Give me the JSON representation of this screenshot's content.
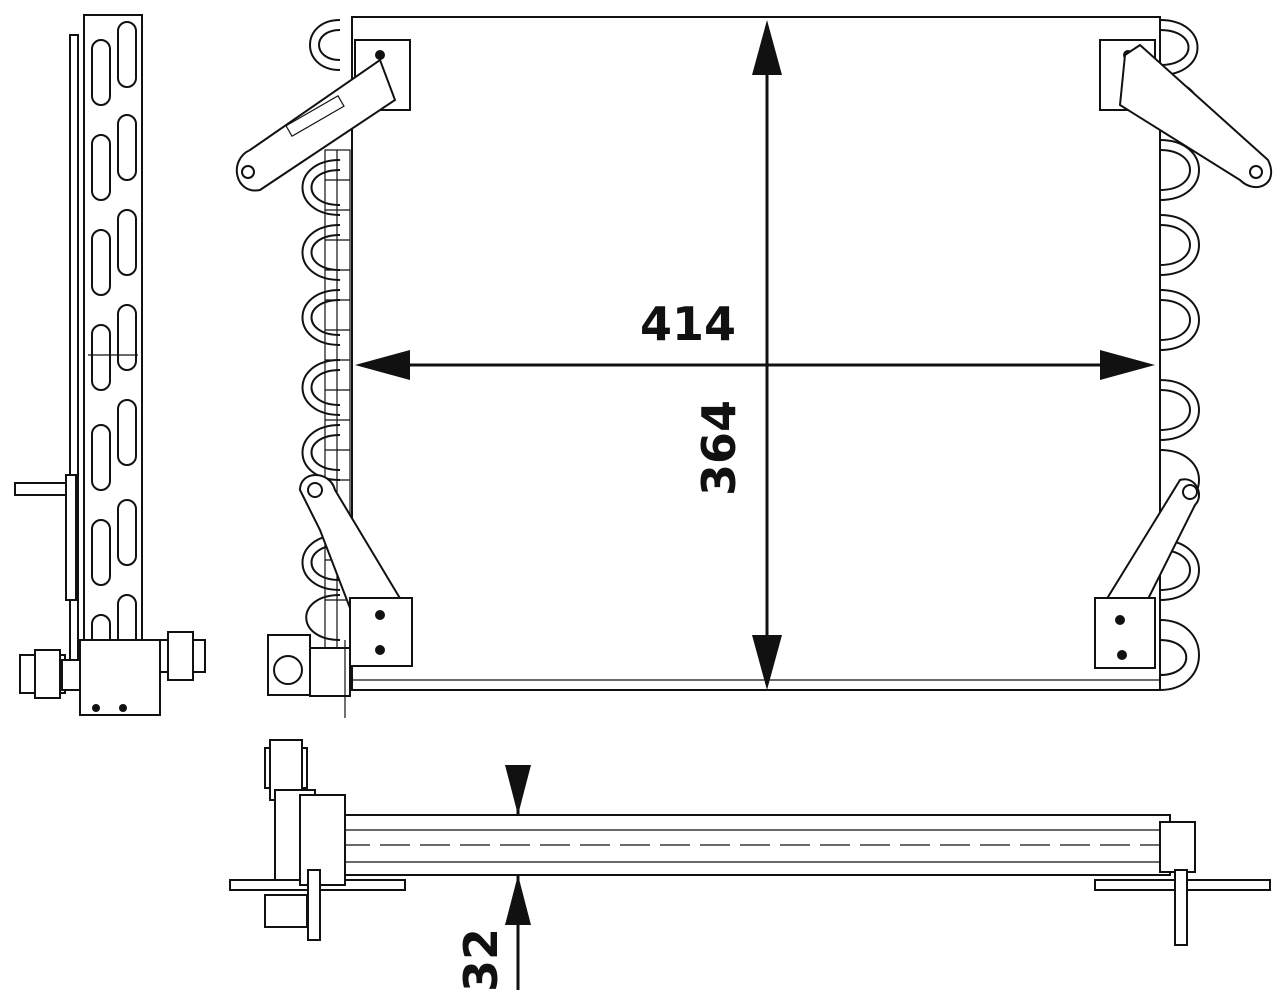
{
  "dimensions": {
    "width_label": "414",
    "height_label": "364",
    "depth_label": "32"
  },
  "colors": {
    "line": "#111111",
    "background": "#ffffff"
  }
}
